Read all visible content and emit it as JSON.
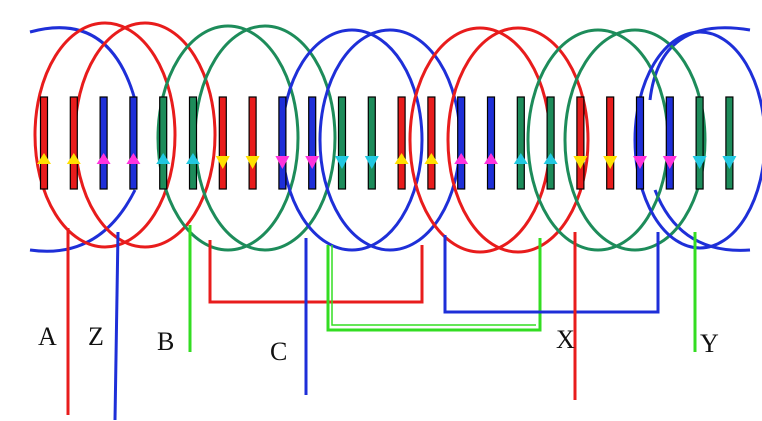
{
  "terminal_labels": {
    "A": "A",
    "Z": "Z",
    "B": "B",
    "C": "C",
    "X": "X",
    "Y": "Y"
  },
  "colors": {
    "phase_a": "#e81c1c",
    "phase_b": "#1d8c5a",
    "phase_c": "#1e2fd8",
    "lead_b": "#33dd22",
    "arrow_yellow": "#ffe000",
    "arrow_magenta": "#ff33dd",
    "arrow_cyan": "#22c8e0"
  },
  "slot_count": 24
}
